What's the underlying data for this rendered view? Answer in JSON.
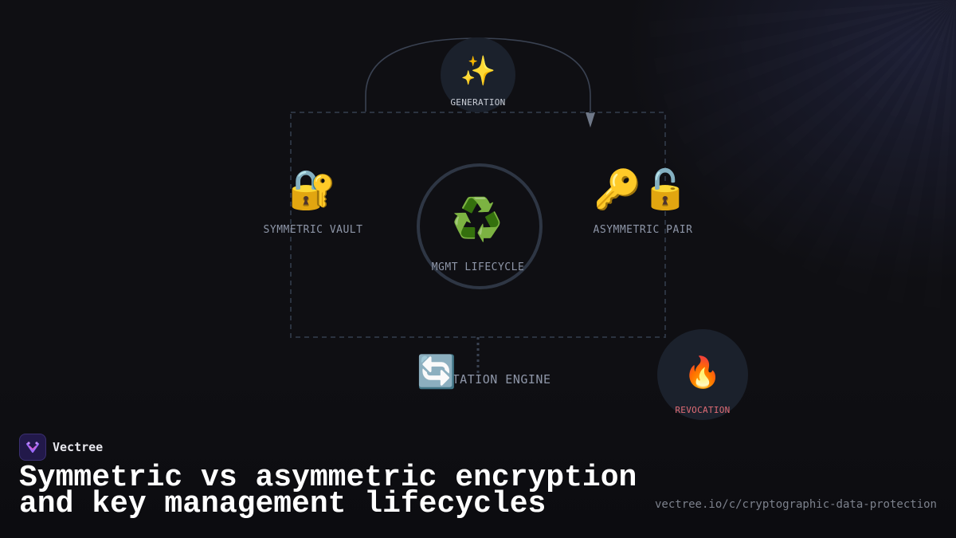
{
  "diagram": {
    "nodes": {
      "generation": {
        "label": "GENERATION",
        "icon": "sparkles-icon",
        "glyph": "✨"
      },
      "symmetric_vault": {
        "label": "SYMMETRIC VAULT",
        "icon": "locked-with-key-icon",
        "glyph": "🔐"
      },
      "mgmt_lifecycle": {
        "label": "MGMT LIFECYCLE",
        "icon": "recycle-icon",
        "glyph": "♻️"
      },
      "asymmetric_pair": {
        "label": "ASYMMETRIC PAIR",
        "icon": "key-and-unlock-icon",
        "glyph": "🔑🔓"
      },
      "rotation_engine": {
        "label": "ROTATION ENGINE",
        "icon": "rotate-arrows-icon",
        "glyph": "🔄"
      },
      "revocation": {
        "label": "REVOCATION",
        "icon": "fire-icon",
        "glyph": "🔥"
      }
    },
    "colors": {
      "background": "#0f0f13",
      "node_disc": "#1b212c",
      "wire": "#2e3644",
      "label": "#8e96a8",
      "revocation_label": "#e06c75"
    }
  },
  "brand": {
    "name": "Vectree"
  },
  "title": {
    "line1": "Symmetric vs asymmetric encryption",
    "line2": "and key management lifecycles"
  },
  "url": "vectree.io/c/cryptographic-data-protection"
}
